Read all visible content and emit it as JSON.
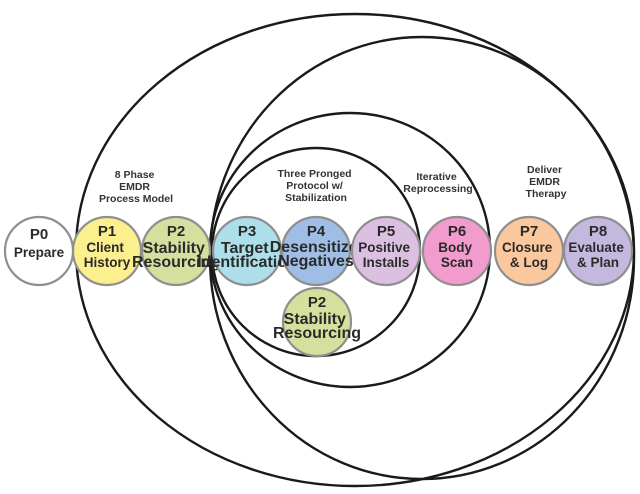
{
  "colors": {
    "ring_stroke": "#1a1a1a",
    "p0": "#ffffff",
    "p1": "#fbef8e",
    "p2": "#d6df9d",
    "p3": "#acdfe9",
    "p4": "#9fbde5",
    "p5": "#dcc0e2",
    "p6": "#f19ccd",
    "p7": "#fbc79c",
    "p8": "#c5b8df"
  },
  "ring_captions": {
    "process_model": [
      "8 Phase",
      "EMDR",
      "Process Model"
    ],
    "three_pronged": [
      "Three Pronged",
      "Protocol w/",
      "Stabilization"
    ],
    "iterative": [
      "Iterative",
      "Reprocessing"
    ],
    "deliver": [
      "Deliver",
      "EMDR",
      "Therapy"
    ]
  },
  "phases": {
    "p0": {
      "code": "P0",
      "lines": [
        "Prepare"
      ]
    },
    "p1": {
      "code": "P1",
      "lines": [
        "Client",
        "History"
      ]
    },
    "p2": {
      "code": "P2",
      "lines": [
        "Stability",
        "Resourcing"
      ]
    },
    "p3": {
      "code": "P3",
      "lines": [
        "Target",
        "Identification"
      ]
    },
    "p4": {
      "code": "P4",
      "lines": [
        "Desensitize",
        "Negatives"
      ]
    },
    "p5": {
      "code": "P5",
      "lines": [
        "Positive",
        "Installs"
      ]
    },
    "p6": {
      "code": "P6",
      "lines": [
        "Body",
        "Scan"
      ]
    },
    "p7": {
      "code": "P7",
      "lines": [
        "Closure",
        "& Log"
      ]
    },
    "p8": {
      "code": "P8",
      "lines": [
        "Evaluate",
        "& Plan"
      ]
    },
    "p2b": {
      "code": "P2",
      "lines": [
        "Stability",
        "Resourcing"
      ]
    }
  }
}
